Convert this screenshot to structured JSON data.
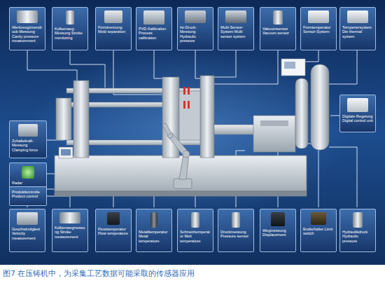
{
  "diagram": {
    "caption": "图7 在压铸机中，为采集工艺数据可能采取的传感器应用",
    "nodes": [
      {
        "text": [
          "Werkzeuginnendruck-Messung Cavity pressure measurement"
        ]
      },
      {
        "text": [
          "Kolbenweg-Messung Stroke monitoring"
        ]
      },
      {
        "text": [
          "Formtrennung Mold separation"
        ]
      },
      {
        "text": [
          "PVD-Kalibration Process calibration"
        ]
      },
      {
        "text": [
          "Ist-Druck-Messung Hydraulic pressure"
        ]
      },
      {
        "text": [
          "Multi-Sensor-System Multi sensor system"
        ]
      },
      {
        "text": [
          "Vakuumsensor Vacuum sensor"
        ]
      },
      {
        "text": [
          "Formtemperatur Sensor-System"
        ]
      },
      {
        "text": [
          "Temperiersystem Die thermal system"
        ]
      },
      {
        "text": [
          "Zuhaltekraft-Messung Clamping force"
        ]
      },
      {
        "text": [
          "Radar"
        ]
      },
      {
        "text": [
          "Produktkontrolle Product control"
        ]
      },
      {
        "text": [
          "Digitale Regelung Digital control unit"
        ]
      },
      {
        "text": [
          "Geschwindigkeit Velocity measurement"
        ]
      },
      {
        "text": [
          "Kolbenwegmessung Stroke measurement"
        ]
      },
      {
        "text": [
          "Flusstemperatur Flow temperature"
        ]
      },
      {
        "text": [
          "Metalltemperatur Metal temperature"
        ]
      },
      {
        "text": [
          "Schmelztemperatur Melt temperature"
        ]
      },
      {
        "text": [
          "Druckmessung Pressure sensor"
        ]
      },
      {
        "text": [
          "Wegmessung Displacement"
        ]
      },
      {
        "text": [
          "Endschalter Limit switch"
        ]
      },
      {
        "text": [
          "Hydraulikdruck Hydraulic pressure"
        ]
      }
    ]
  }
}
